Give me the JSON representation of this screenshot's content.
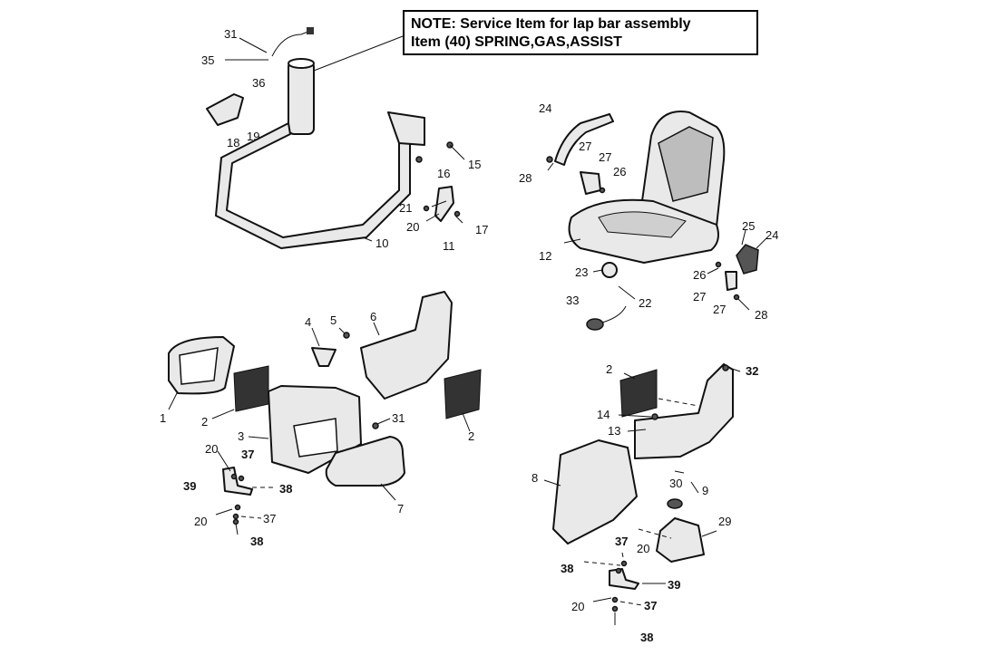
{
  "note": {
    "line1": "NOTE: Service Item for lap bar assembly",
    "line2": "Item (40)  SPRING,GAS,ASSIST"
  },
  "callouts": {
    "lapbar": {
      "c31": "31",
      "c35": "35",
      "c36": "36",
      "c18": "18",
      "c19": "19",
      "c15": "15",
      "c16": "16",
      "c21": "21",
      "c20": "20",
      "c17": "17",
      "c11": "11",
      "c10": "10"
    },
    "seat": {
      "c24a": "24",
      "c27a": "27",
      "c27b": "27",
      "c26a": "26",
      "c28a": "28",
      "c12": "12",
      "c25": "25",
      "c24b": "24",
      "c23": "23",
      "c26b": "26",
      "c27c": "27",
      "c22": "22",
      "c27d": "27",
      "c28b": "28",
      "c33": "33"
    },
    "left_console": {
      "c4": "4",
      "c5": "5",
      "c6": "6",
      "c1": "1",
      "c2a": "2",
      "c3": "3",
      "c31": "31",
      "c2b": "2",
      "c7": "7",
      "c20a": "20",
      "c37a": "37",
      "c39": "39",
      "c38a": "38",
      "c20b": "20",
      "c37b": "37",
      "c38b": "38"
    },
    "right_console": {
      "c2": "2",
      "c32": "32",
      "c14": "14",
      "c13": "13",
      "c8": "8",
      "c30": "30",
      "c9": "9",
      "c29": "29",
      "c37a": "37",
      "c20a": "20",
      "c38a": "38",
      "c39": "39",
      "c20b": "20",
      "c37b": "37",
      "c38b": "38"
    }
  }
}
